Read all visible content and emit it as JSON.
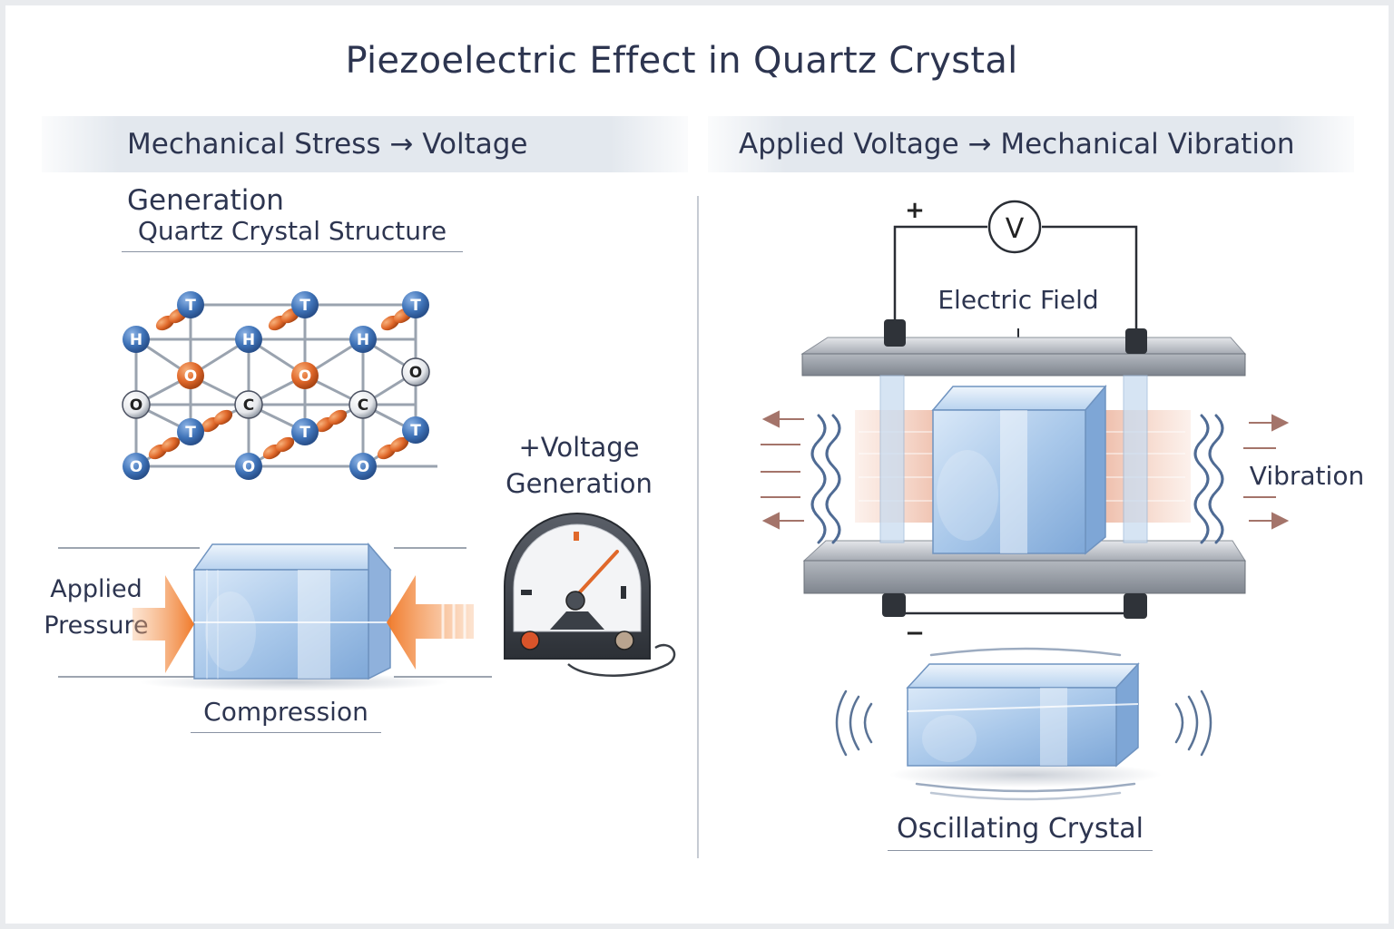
{
  "title": "Piezoelectric Effect in Quartz Crystal",
  "left_panel": {
    "banner": "Mechanical Stress → Voltage Generation",
    "structure_label": "Quartz Crystal Structure",
    "voltage_label_line1": "+Voltage",
    "voltage_label_line2": "Generation",
    "pressure_label_line1": "Applied",
    "pressure_label_line2": "Pressure",
    "compression_label": "Compression",
    "atoms": {
      "top_row": [
        "T",
        "T",
        "T"
      ],
      "second_row": [
        "H",
        "H",
        "H"
      ],
      "third_row": [
        "O",
        "O",
        "O"
      ],
      "fourth_row": [
        "O",
        "C",
        "C"
      ],
      "fifth_row": [
        "T",
        "T",
        "T"
      ],
      "bottom_row": [
        "O",
        "O",
        "O"
      ]
    }
  },
  "right_panel": {
    "banner": "Applied Voltage → Mechanical Vibration",
    "voltmeter_symbol": "V",
    "plus_sign": "+",
    "minus_sign": "−",
    "electric_field_label": "Electric Field",
    "vibration_label": "Vibration",
    "oscillating_label": "Oscillating Crystal"
  },
  "colors": {
    "text": "#2d3550",
    "atom_blue": "#3f73b8",
    "atom_orange": "#e0682a",
    "crystal": "#a9c8ea",
    "arrow_orange": "#f08a3e"
  }
}
